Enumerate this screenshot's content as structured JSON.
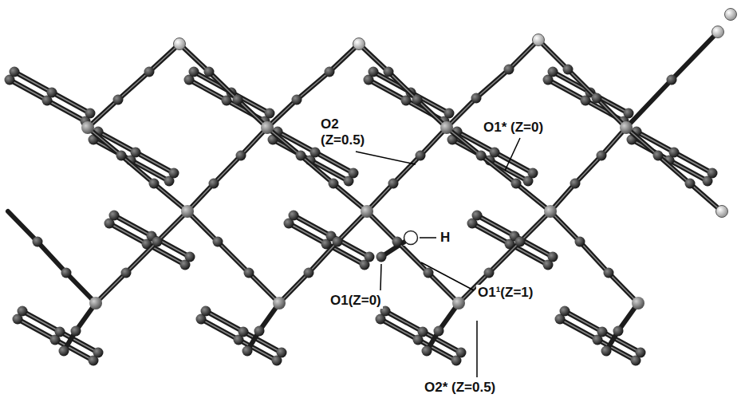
{
  "diagram": {
    "labels": [
      "O2 (Z=0.5)",
      "O1* (Z=0)",
      "H",
      "O1(Z=0)",
      "O1¹(Z=1)",
      "O2* (Z=0.5)"
    ]
  }
}
